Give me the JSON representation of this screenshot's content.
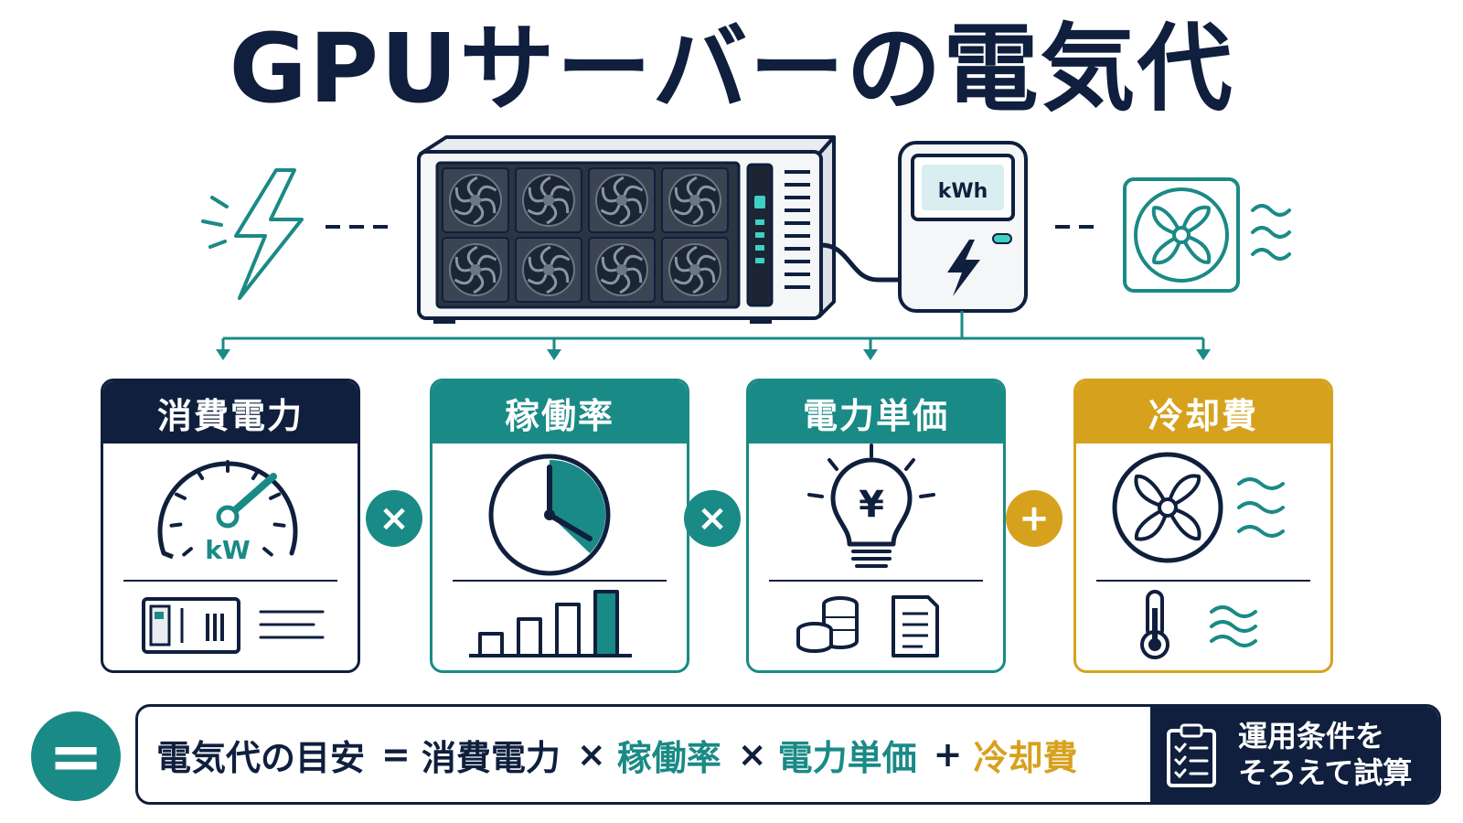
{
  "title": "GPUサーバーの電気代",
  "meter_unit": "kWh",
  "colors": {
    "navy": "#0f1f3d",
    "teal": "#1a8a86",
    "gold": "#d6a21e"
  },
  "cards": [
    {
      "label": "消費電力",
      "icon": "gauge-icon",
      "gauge_unit": "kW",
      "footer_icons": [
        "server-icon",
        "text-lines-icon"
      ]
    },
    {
      "label": "稼働率",
      "icon": "clock-icon",
      "footer_icons": [
        "bar-chart-icon"
      ]
    },
    {
      "label": "電力単価",
      "icon": "yen-lightbulb-icon",
      "bulb_symbol": "¥",
      "footer_icons": [
        "coins-icon",
        "document-icon"
      ]
    },
    {
      "label": "冷却費",
      "icon": "fan-icon",
      "footer_icons": [
        "thermometer-icon",
        "heat-waves-icon"
      ]
    }
  ],
  "operators": [
    "×",
    "×",
    "+"
  ],
  "formula": {
    "equals_symbol": "=",
    "lhs": "電気代の目安",
    "eq": "=",
    "term1": "消費電力",
    "op1": "×",
    "term2": "稼働率",
    "op2": "×",
    "term3": "電力単価",
    "op3": "+",
    "term4": "冷却費"
  },
  "cta": {
    "line1": "運用条件を",
    "line2": "そろえて試算",
    "icon": "clipboard-checklist-icon"
  }
}
